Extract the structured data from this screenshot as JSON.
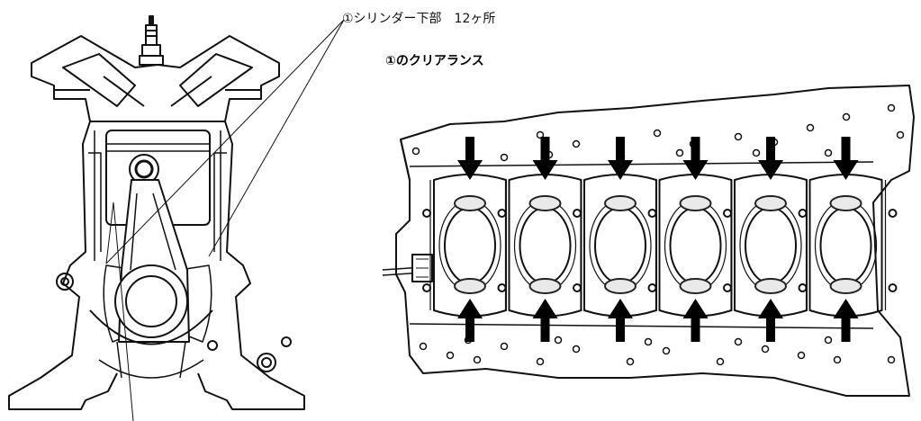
{
  "diagram": {
    "callout_label": "①シリンダー下部　12ヶ所",
    "section_title": "①のクリアランス",
    "colors": {
      "line": "#111111",
      "arrow": "#000000",
      "highlight_fill": "#e9e9e9",
      "highlight_stroke": "#222222"
    },
    "bores": 6,
    "highlight_points": 12
  }
}
